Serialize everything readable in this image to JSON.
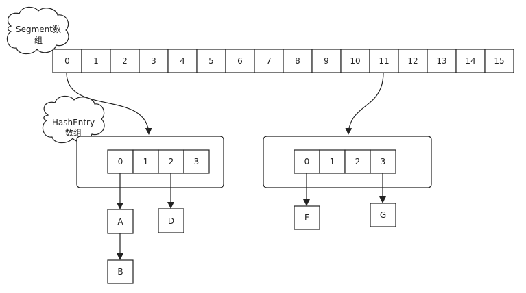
{
  "segment_array": {
    "label_line1": "Segment数",
    "label_line2": "组",
    "indices": [
      "0",
      "1",
      "2",
      "3",
      "4",
      "5",
      "6",
      "7",
      "8",
      "9",
      "10",
      "11",
      "12",
      "13",
      "14",
      "15"
    ]
  },
  "hashentry_array": {
    "label_line1": "HashEntry",
    "label_line2": "数组"
  },
  "table_left": {
    "indices": [
      "0",
      "1",
      "2",
      "3"
    ]
  },
  "table_right": {
    "indices": [
      "0",
      "1",
      "2",
      "3"
    ]
  },
  "nodes": {
    "a": "A",
    "b": "B",
    "d": "D",
    "f": "F",
    "g": "G"
  }
}
